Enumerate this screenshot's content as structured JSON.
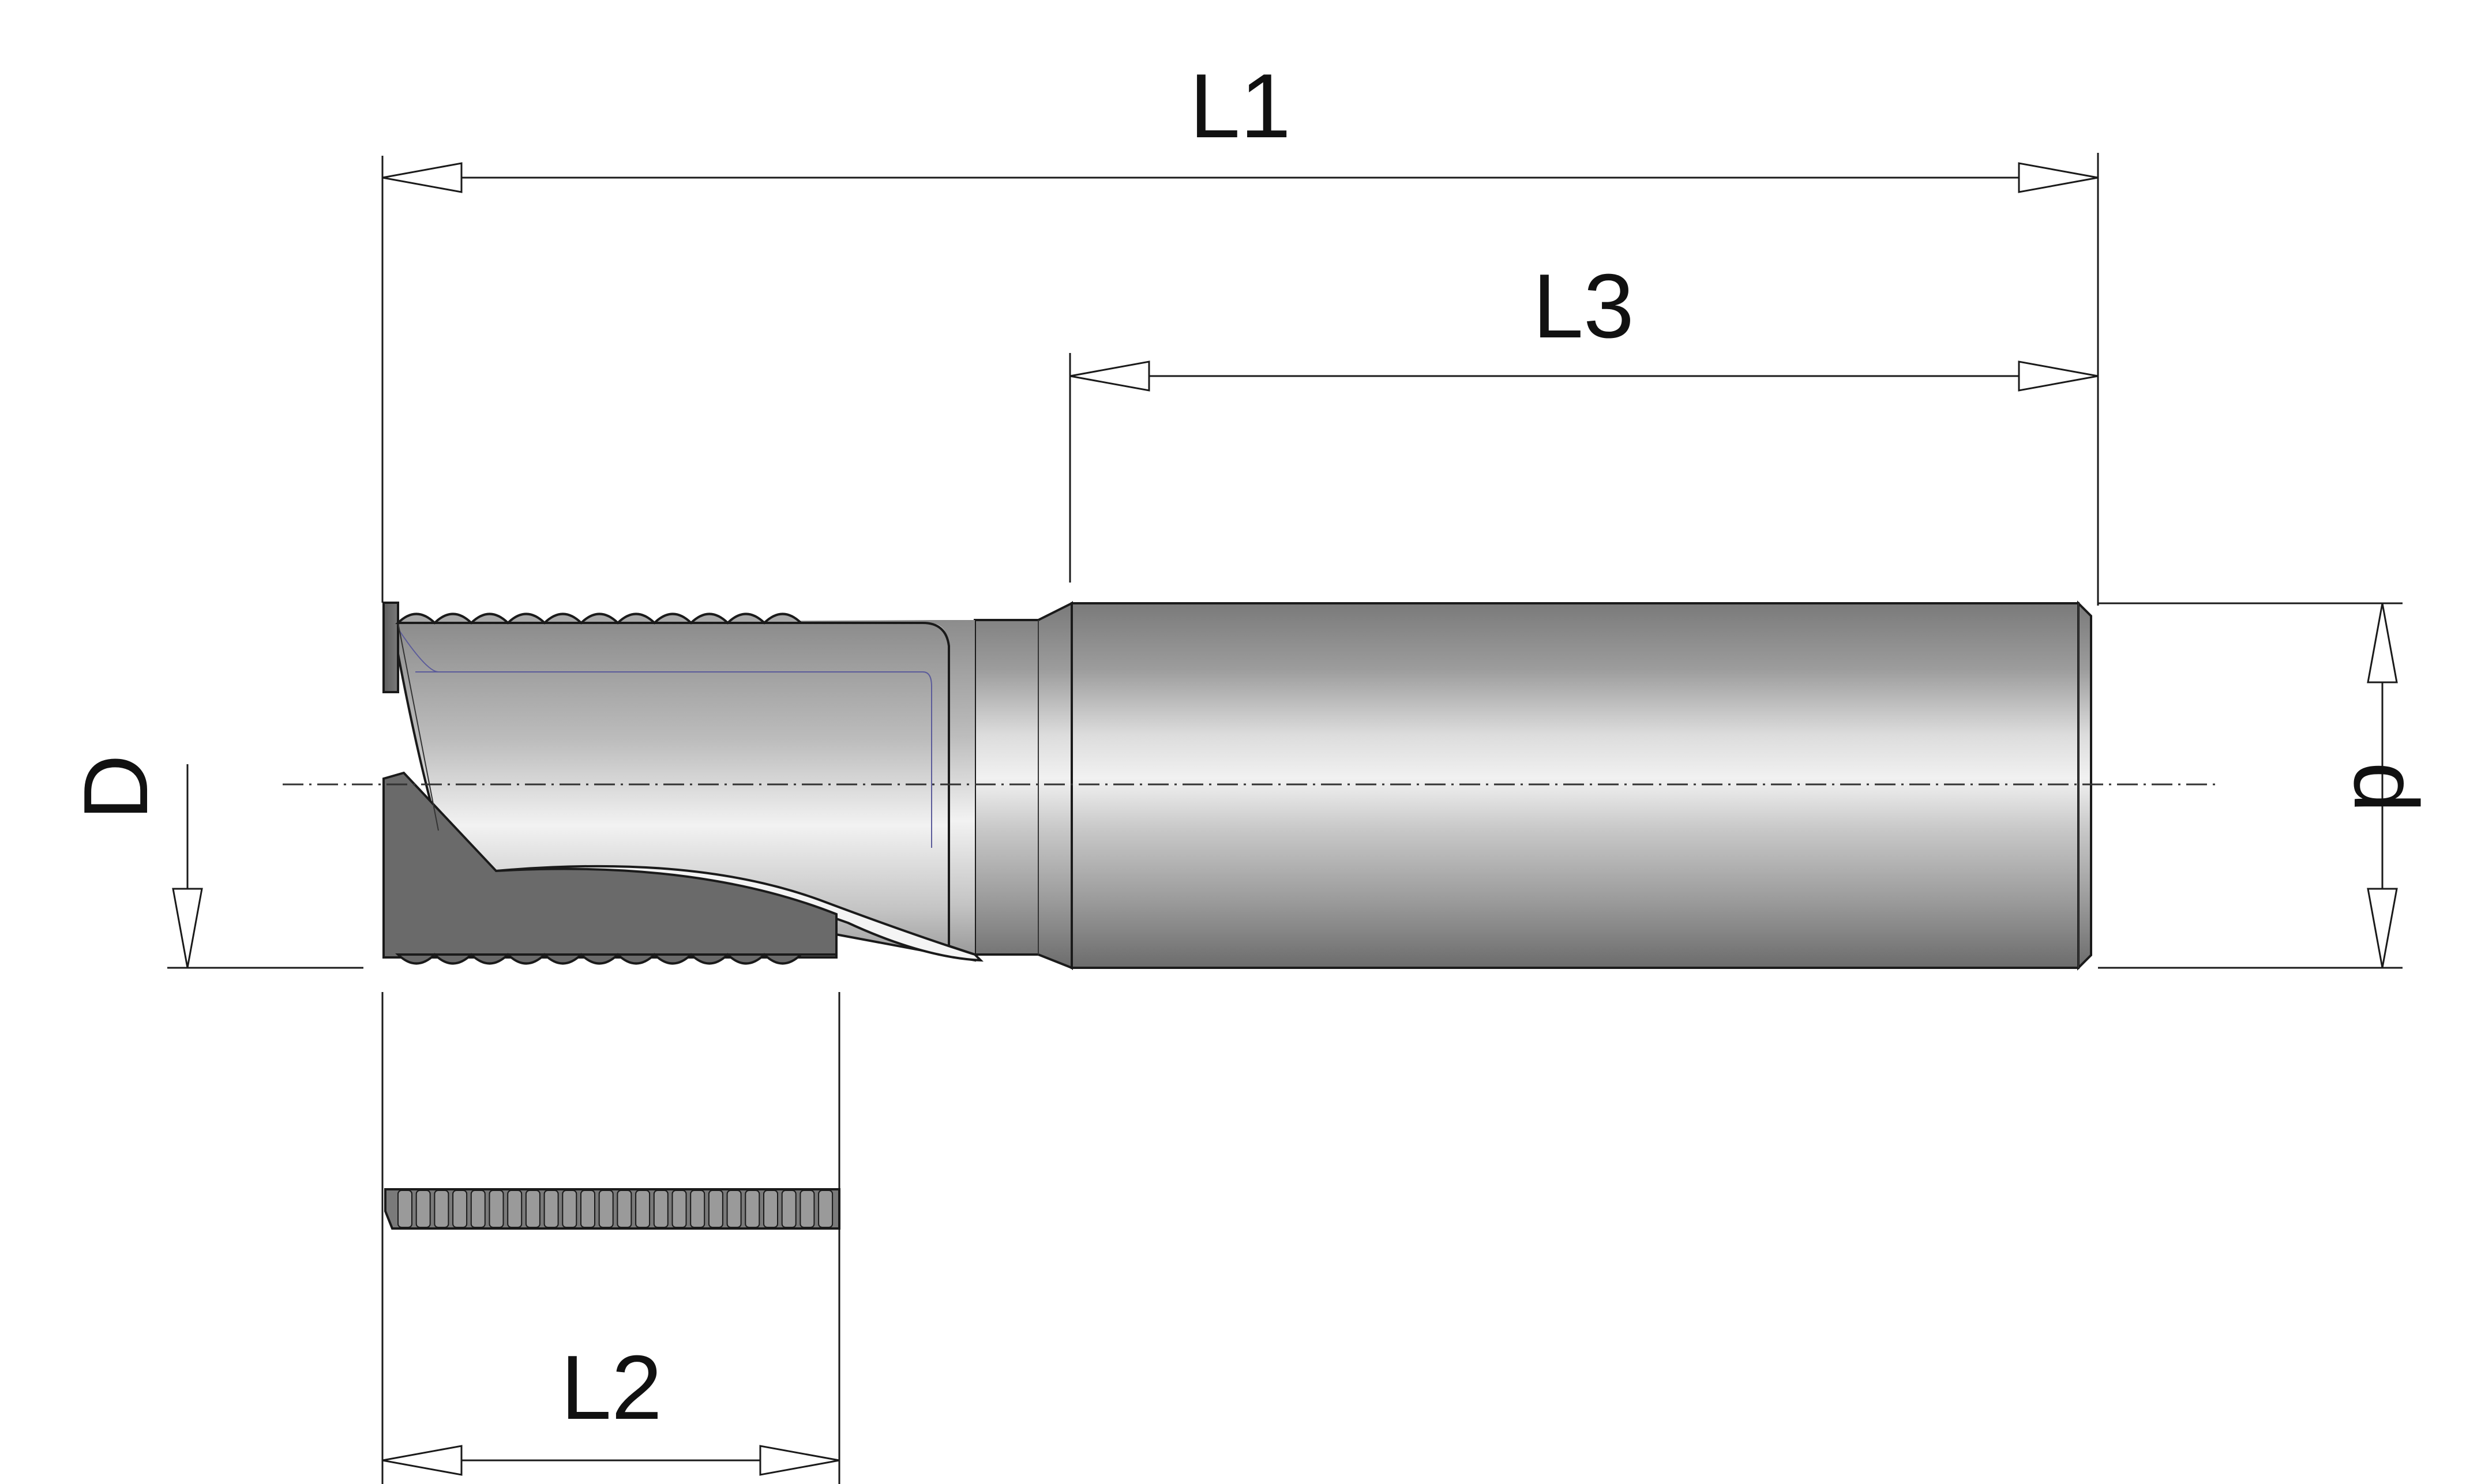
{
  "dimensions": {
    "L1": "L1",
    "L2": "L2",
    "L3": "L3",
    "D": "D",
    "d": "d"
  },
  "colors": {
    "shank_dark": "#6f6f6f",
    "shank_light": "#ececec",
    "flute_dark": "#686868",
    "line": "#1a1a1a",
    "background": "#ffffff"
  }
}
